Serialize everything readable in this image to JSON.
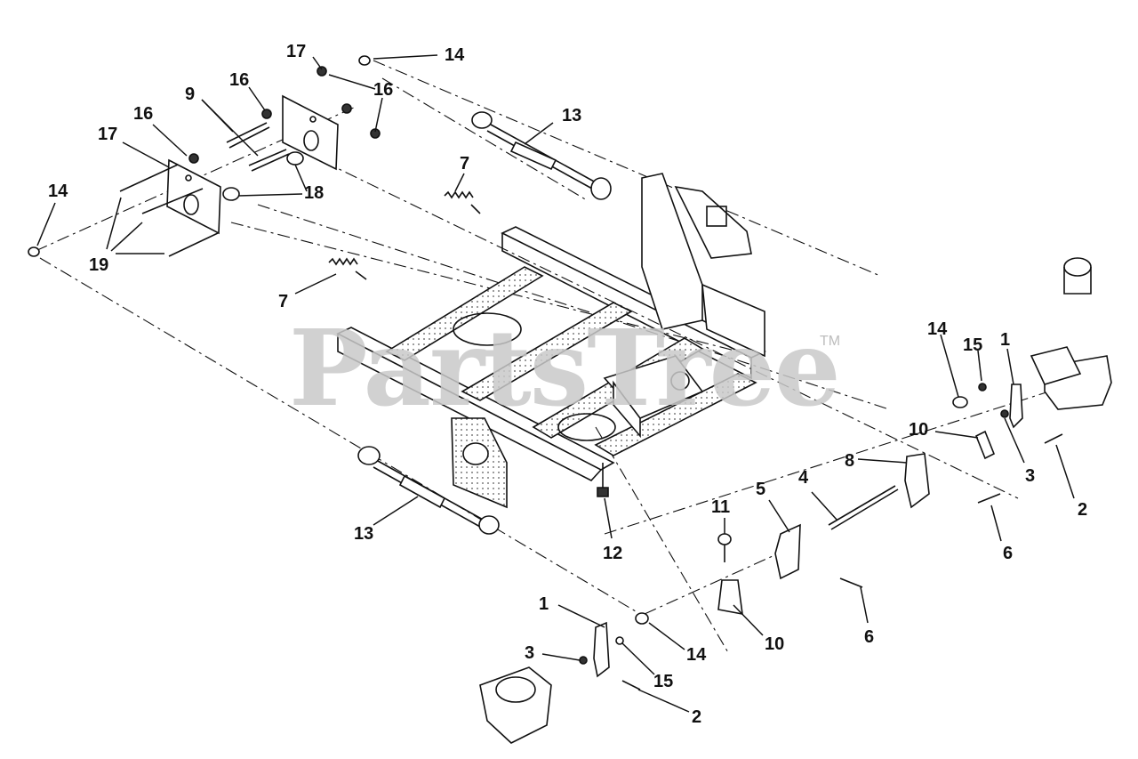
{
  "watermark": {
    "brand": "PartsTree",
    "tm": "TM"
  },
  "labels": {
    "l17a": "17",
    "l14a": "14",
    "l16a": "16",
    "l16b": "16",
    "l9": "9",
    "l16c": "16",
    "l17b": "17",
    "l13a": "13",
    "l7a": "7",
    "l18": "18",
    "l14b": "14",
    "l19": "19",
    "l7b": "7",
    "l14c": "14",
    "l15a": "15",
    "l1a": "1",
    "l10a": "10",
    "l8": "8",
    "l3a": "3",
    "l2a": "2",
    "l5": "5",
    "l4": "4",
    "l11": "11",
    "l6a": "6",
    "l12": "12",
    "l13b": "13",
    "l6b": "6",
    "l10b": "10",
    "l1b": "1",
    "l14d": "14",
    "l3b": "3",
    "l15b": "15",
    "l2b": "2"
  },
  "colors": {
    "ink": "#111111",
    "watermark": "#c9c9c9"
  }
}
